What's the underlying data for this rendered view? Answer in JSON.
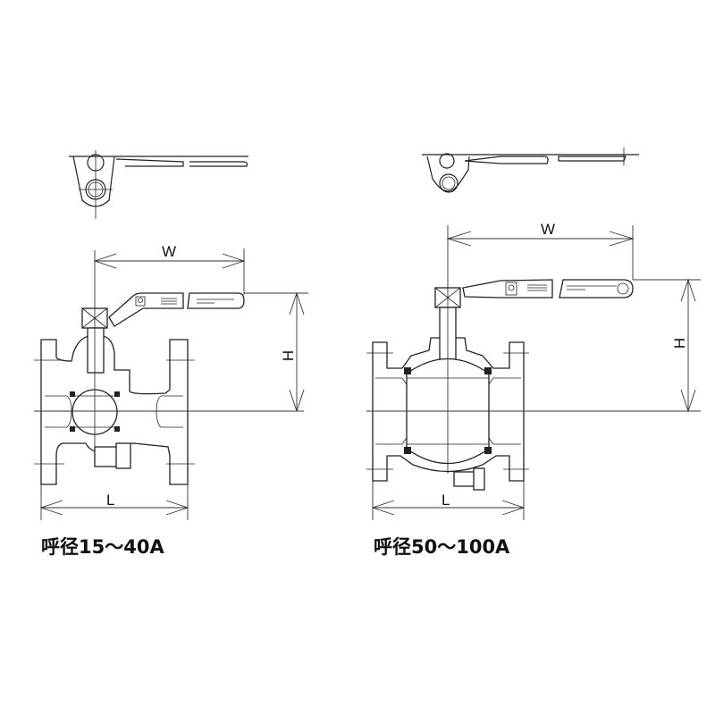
{
  "left_view": {
    "caption": "呼径15〜40A",
    "dims": {
      "width": "W",
      "height": "H",
      "length": "L"
    }
  },
  "right_view": {
    "caption": "呼径50〜100A",
    "dims": {
      "width": "W",
      "height": "H",
      "length": "L"
    }
  }
}
